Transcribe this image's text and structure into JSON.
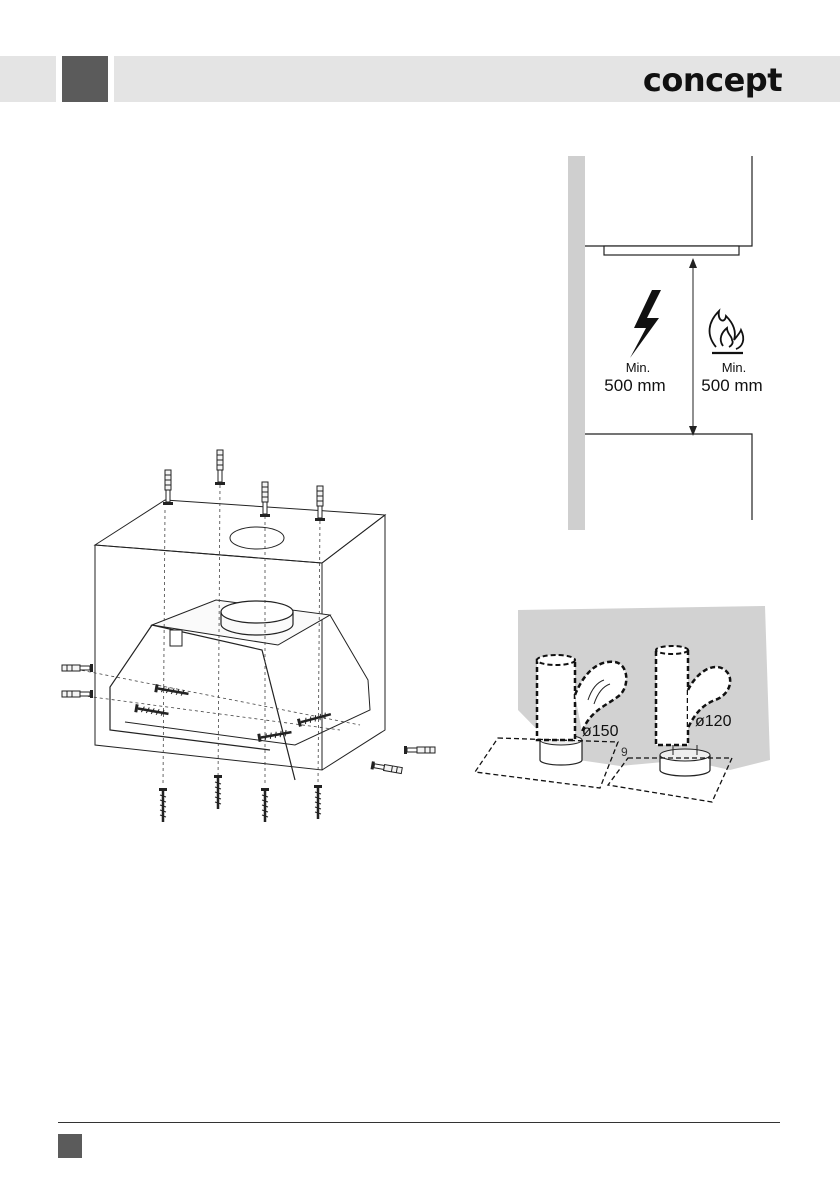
{
  "header": {
    "brand": "concept"
  },
  "clearance": {
    "electric": {
      "min_label": "Min.",
      "distance": "500 mm"
    },
    "gas": {
      "min_label": "Min.",
      "distance": "500 mm"
    }
  },
  "duct": {
    "left_diameter": "ø150",
    "right_diameter": "ø120",
    "marker": "9"
  }
}
